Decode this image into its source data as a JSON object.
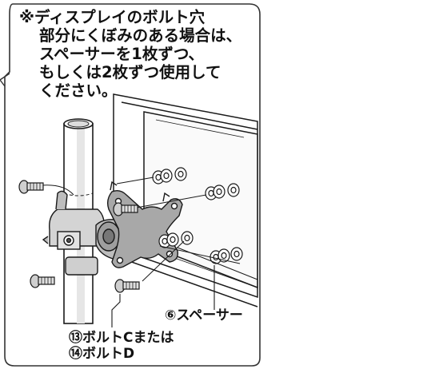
{
  "note": {
    "lines": [
      "※ディスプレイのボルト穴",
      "部分にくぼみのある場合は、",
      "スペーサーを1枚ずつ、",
      "もしくは2枚ずつ使用して",
      "ください。"
    ]
  },
  "labels": {
    "spacer": "⑥スペーサー",
    "bolt_c": "⑬ボルトCまたは",
    "bolt_d": "⑭ボルトD"
  },
  "colors": {
    "line": "#1a1a1a",
    "metal": "#8a8a8a",
    "metal_dark": "#4a4a4a",
    "metal_light": "#d0d0d0",
    "frame": "#333333"
  }
}
